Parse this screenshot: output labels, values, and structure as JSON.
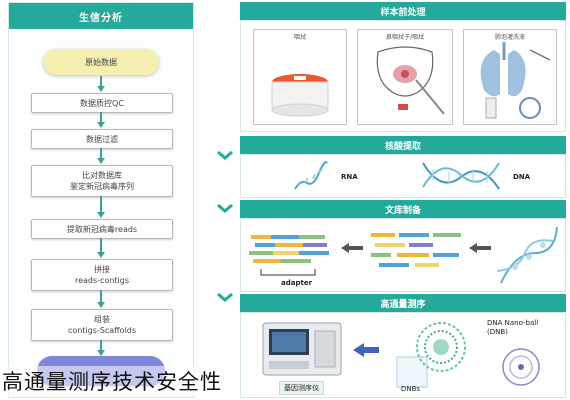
{
  "left_panel": {
    "header": "生信分析",
    "nodes": [
      {
        "text": "原始数据"
      },
      {
        "text": "数据质控QC"
      },
      {
        "text": "数据过滤"
      },
      {
        "line1": "比对数据库",
        "line2": "鉴定新冠病毒序列"
      },
      {
        "text": "提取新冠病毒reads"
      },
      {
        "line1": "拼接",
        "line2": "reads-contigs"
      },
      {
        "line1": "组装",
        "line2": "contigs-Scaffolds"
      }
    ]
  },
  "right_panel": {
    "sections": [
      {
        "header": "样本前处理",
        "items": [
          "咽拭",
          "鼻咽拭子/咽拭",
          "肺泡灌洗液"
        ]
      },
      {
        "header": "核酸提取",
        "labels": [
          "RNA",
          "DNA"
        ]
      },
      {
        "header": "文库制备",
        "labels": [
          "adapter"
        ]
      },
      {
        "header": "高通量测序",
        "labels": [
          "DNA Nano-ball (DNB)",
          "DNBs",
          "基因测序仪"
        ]
      }
    ]
  },
  "overlay_caption": "高通量测序技术安全性",
  "colors": {
    "teal": "#25a99b",
    "start_node": "#f5f0b0",
    "end_node": "#7f87db",
    "arrow": "#3f9f9c"
  }
}
